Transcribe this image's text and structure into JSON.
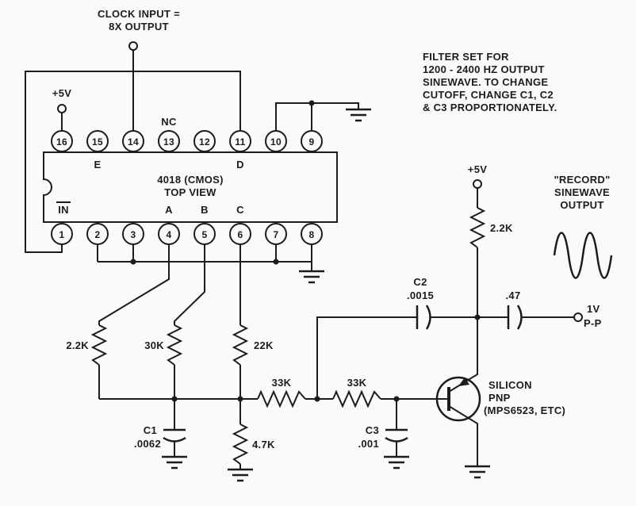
{
  "clock": {
    "line1": "CLOCK INPUT =",
    "line2": "8X OUTPUT"
  },
  "filter_note": {
    "line1": "FILTER SET FOR",
    "line2": "1200 - 2400 HZ OUTPUT",
    "line3": "SINEWAVE. TO CHANGE",
    "line4": "CUTOFF, CHANGE C1, C2",
    "line5": "& C3 PROPORTIONATELY."
  },
  "supply": {
    "left": "+5V",
    "right": "+5V"
  },
  "ic": {
    "title": "4018 (CMOS)",
    "subtitle": "TOP VIEW",
    "nc": "NC",
    "in_label": "IN",
    "e": "E",
    "d": "D",
    "a": "A",
    "b": "B",
    "c": "C",
    "pins_top": [
      "16",
      "15",
      "14",
      "13",
      "12",
      "11",
      "10",
      "9"
    ],
    "pins_bottom": [
      "1",
      "2",
      "3",
      "4",
      "5",
      "6",
      "7",
      "8"
    ]
  },
  "resistors": {
    "r_2k2_left": "2.2K",
    "r_30k": "30K",
    "r_22k": "22K",
    "r_33k_a": "33K",
    "r_33k_b": "33K",
    "r_4k7": "4.7K",
    "r_2k2_right": "2.2K"
  },
  "capacitors": {
    "c1_name": "C1",
    "c1_value": ".0062",
    "c2_name": "C2",
    "c2_value": ".0015",
    "c3_name": "C3",
    "c3_value": ".001",
    "c_47": ".47"
  },
  "transistor": {
    "line1": "SILICON",
    "line2": "PNP",
    "line3": "(MPS6523, ETC)"
  },
  "output": {
    "note1": "\"RECORD\"",
    "note2": "SINEWAVE",
    "note3": "OUTPUT",
    "level_line1": "1V",
    "level_line2": "P-P"
  }
}
